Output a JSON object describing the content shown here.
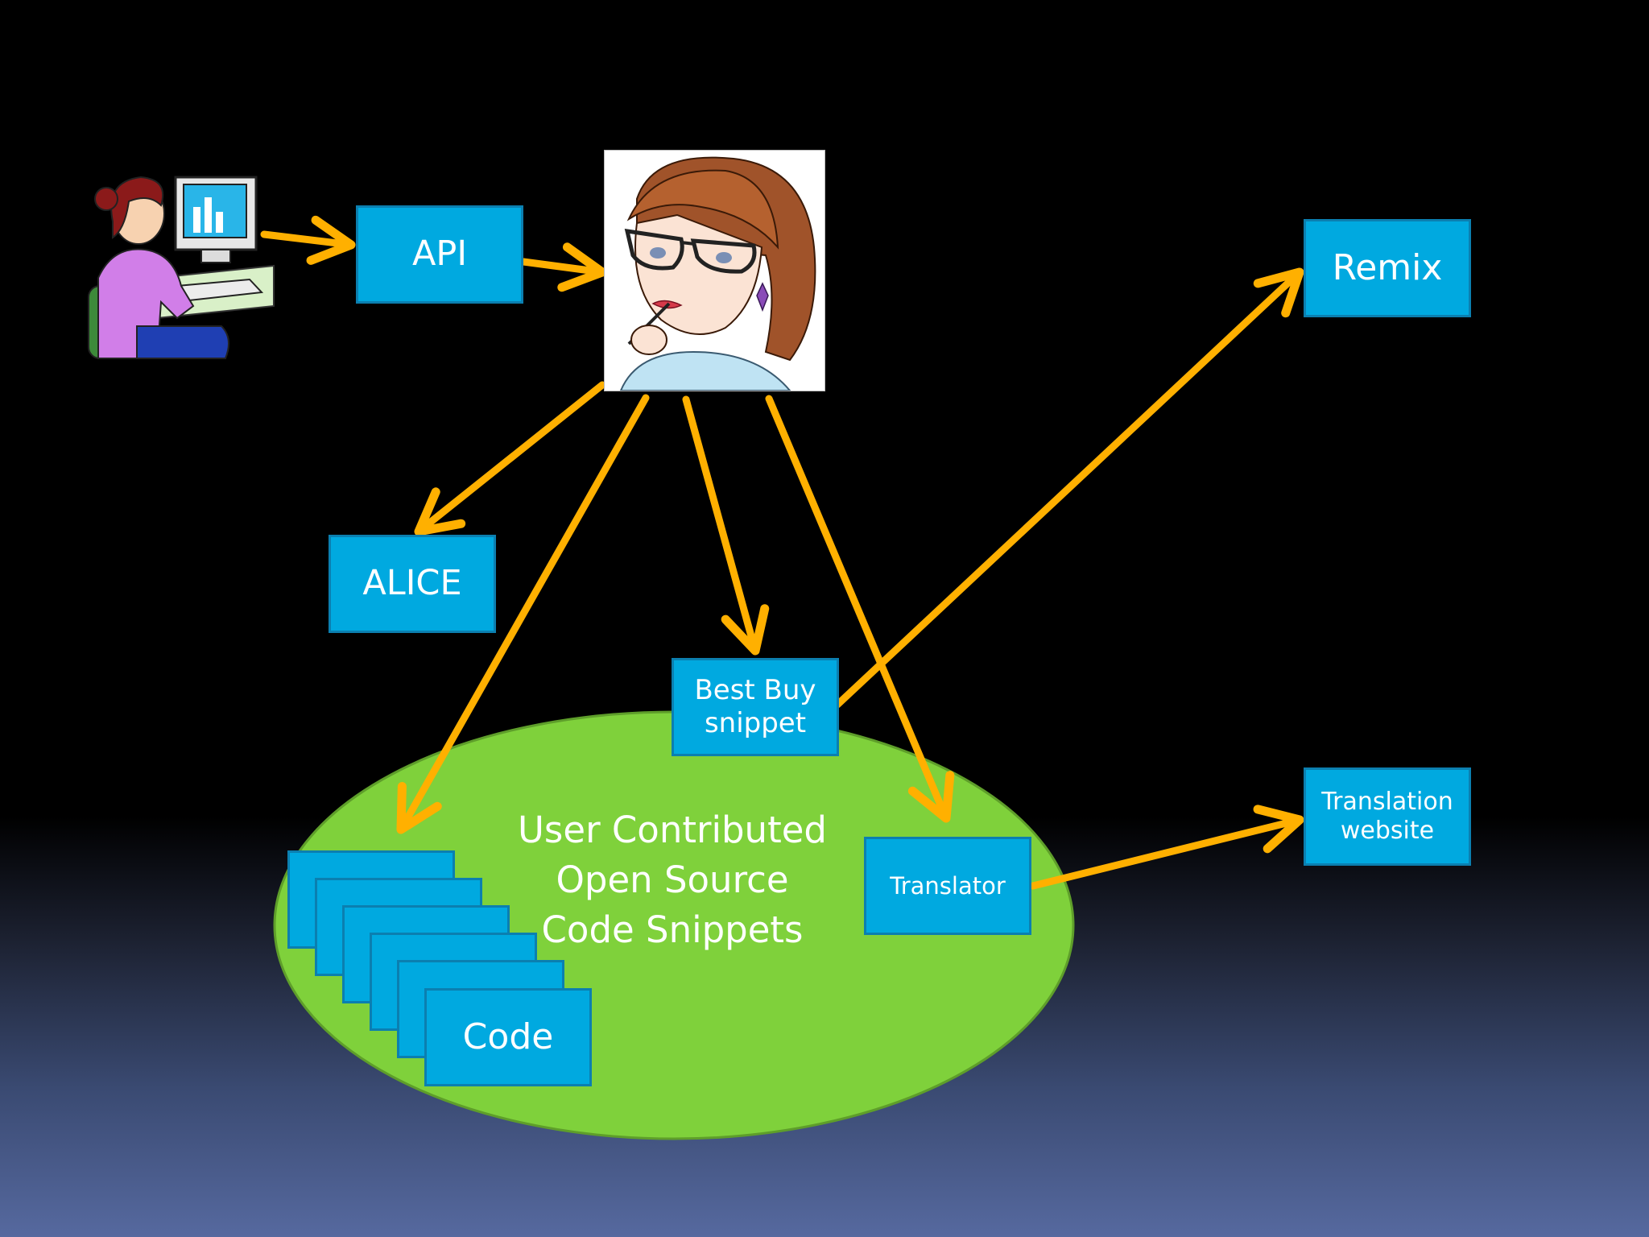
{
  "nodes": {
    "api": "API",
    "remix": "Remix",
    "alice": "ALICE",
    "best_buy_snippet": [
      "Best Buy",
      "snippet"
    ],
    "translator": "Translator",
    "translation_website": [
      "Translation",
      "website"
    ],
    "code": "Code"
  },
  "repository": {
    "label_lines": [
      "User Contributed",
      "Open Source",
      "Code Snippets"
    ]
  },
  "images": {
    "user_at_computer": "person-at-computer-clipart",
    "developer": "woman-developer-clipart"
  },
  "colors": {
    "box_fill": "#00a9e0",
    "box_border": "#0b7fb0",
    "arrow": "#ffb000",
    "ellipse_fill": "#7fd13b",
    "ellipse_border": "#5e9e2a"
  }
}
